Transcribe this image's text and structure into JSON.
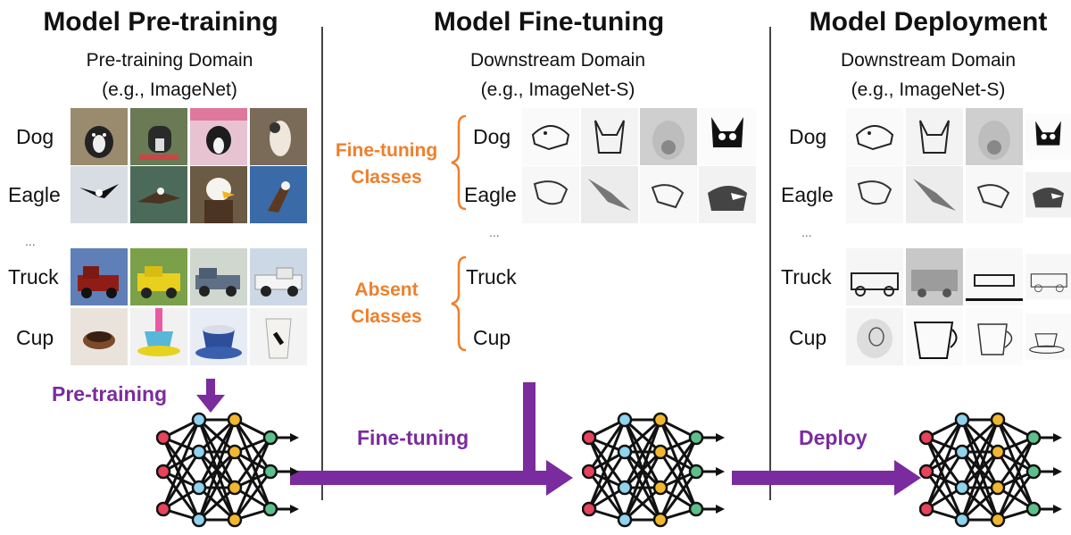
{
  "columns": [
    {
      "title": "Model Pre-training",
      "domain": "Pre-training Domain",
      "example": "(e.g., ImageNet)"
    },
    {
      "title": "Model Fine-tuning",
      "domain": "Downstream Domain",
      "example": "(e.g., ImageNet-S)"
    },
    {
      "title": "Model Deployment",
      "domain": "Downstream Domain",
      "example": "(e.g., ImageNet-S)"
    }
  ],
  "classes": [
    "Dog",
    "Eagle",
    "Truck",
    "Cup"
  ],
  "ellipsis": "...",
  "finetune_groups": {
    "fine_tuning_classes": [
      "Fine-tuning",
      "Classes"
    ],
    "absent_classes": [
      "Absent",
      "Classes"
    ]
  },
  "steps": {
    "pretraining": "Pre-training",
    "finetuning": "Fine-tuning",
    "deploy": "Deploy"
  },
  "colors": {
    "accent": "#7a2c9e",
    "highlight": "#ef7f2b",
    "node_red": "#e8435a",
    "node_blue": "#8fd3ec",
    "node_yellow": "#f2b630",
    "node_green": "#5cc08a"
  }
}
